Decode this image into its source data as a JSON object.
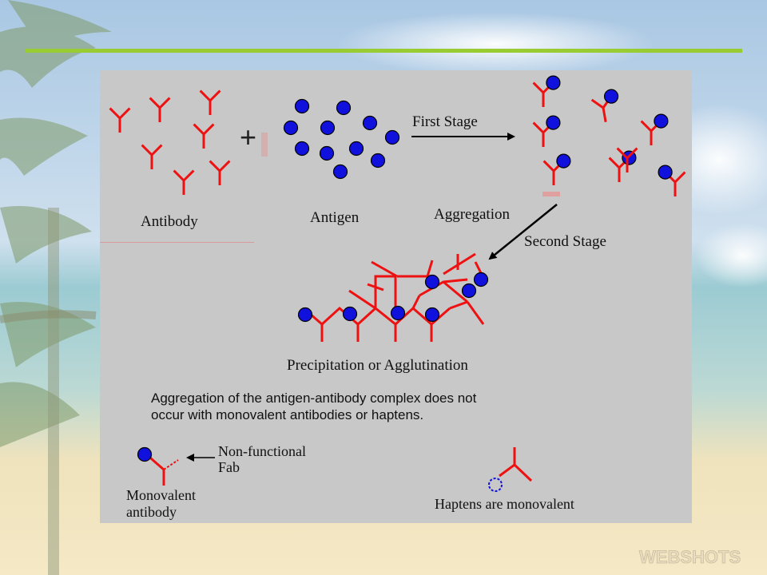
{
  "colors": {
    "antibody": "#ee1111",
    "antigen": "#1111dd",
    "accent_line": "#99cc33",
    "panel": "#c8c8c8"
  },
  "plus_sign": "+",
  "labels": {
    "antibody": "Antibody",
    "antigen": "Antigen",
    "first_stage": "First Stage",
    "aggregation": "Aggregation",
    "second_stage": "Second Stage",
    "precipitation": "Precipitation or Agglutination",
    "note_line1": "Aggregation of the antigen-antibody complex does not",
    "note_line2": "occur with monovalent antibodies or haptens.",
    "nonfunctional_line1": "Non-functional",
    "nonfunctional_line2": "Fab",
    "monovalent_line1": "Monovalent",
    "monovalent_line2": "antibody",
    "haptens": "Haptens are monovalent"
  },
  "watermark": "WEBSHOTS"
}
